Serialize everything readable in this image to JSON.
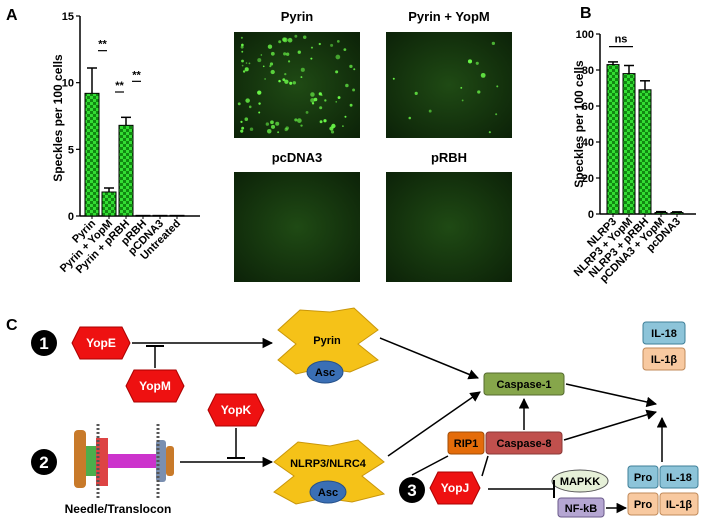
{
  "panel_labels": {
    "a": "A",
    "b": "B",
    "c": "C"
  },
  "chart_a": {
    "type": "bar",
    "ylabel": "Speckles per 100 cells",
    "ylim": [
      0,
      15
    ],
    "yticks": [
      "0",
      "5",
      "10",
      "15"
    ],
    "ytick_values": [
      0,
      5,
      10,
      15
    ],
    "categories": [
      "Pyrin",
      "Pyrin + YopM",
      "Pyrin + pRBH",
      "pRBH",
      "pCDNA3",
      "Untreated"
    ],
    "values": [
      9.2,
      1.8,
      6.8,
      0.05,
      0.05,
      0.05
    ],
    "errors": [
      1.9,
      0.3,
      0.6,
      0,
      0,
      0
    ],
    "significance": [
      "**",
      "**",
      "**"
    ]
  },
  "chart_b": {
    "type": "bar",
    "ylabel": "Speckles per 100 cells",
    "ylim": [
      0,
      100
    ],
    "yticks": [
      "0",
      "20",
      "40",
      "60",
      "80",
      "100"
    ],
    "ytick_values": [
      0,
      20,
      40,
      60,
      80,
      100
    ],
    "categories": [
      "NLRP3",
      "NLRP3 + YopM",
      "NLRP3 + pRBH",
      "pCDNA3 + YopM",
      "pcDNA3"
    ],
    "values": [
      83,
      78,
      69,
      0.8,
      0.8
    ],
    "errors": [
      1.5,
      4.5,
      5,
      0.5,
      0.4
    ],
    "significance": [
      "ns"
    ]
  },
  "micrographs": [
    "Pyrin",
    "Pyrin + YopM",
    "pcDNA3",
    "pRBH"
  ],
  "diagram": {
    "steps": [
      "1",
      "2",
      "3"
    ],
    "yope": "YopE",
    "yopm": "YopM",
    "yopk": "YopK",
    "yopj": "YopJ",
    "pyrin": "Pyrin",
    "asc": "Asc",
    "nlrp": "NLRP3/NLRC4",
    "casp1": "Caspase-1",
    "casp8": "Caspase-8",
    "rip1": "RIP1",
    "mapkk": "MAPKK",
    "nfkb": "NF-kB",
    "il18": "IL-18",
    "il1b": "IL-1β",
    "pro": "Pro",
    "needle": "Needle/Translocon"
  },
  "colors": {
    "bar_green": "#22bb22",
    "yop_red": "#ee1111",
    "star_gold": "#f5c218",
    "asc_blue": "#3a6fb5",
    "casp1": "#86a64b",
    "orange": "#e46c0a",
    "pink": "#c0504d",
    "light_blue": "#8dc4d9",
    "peach": "#f8c9a0"
  }
}
